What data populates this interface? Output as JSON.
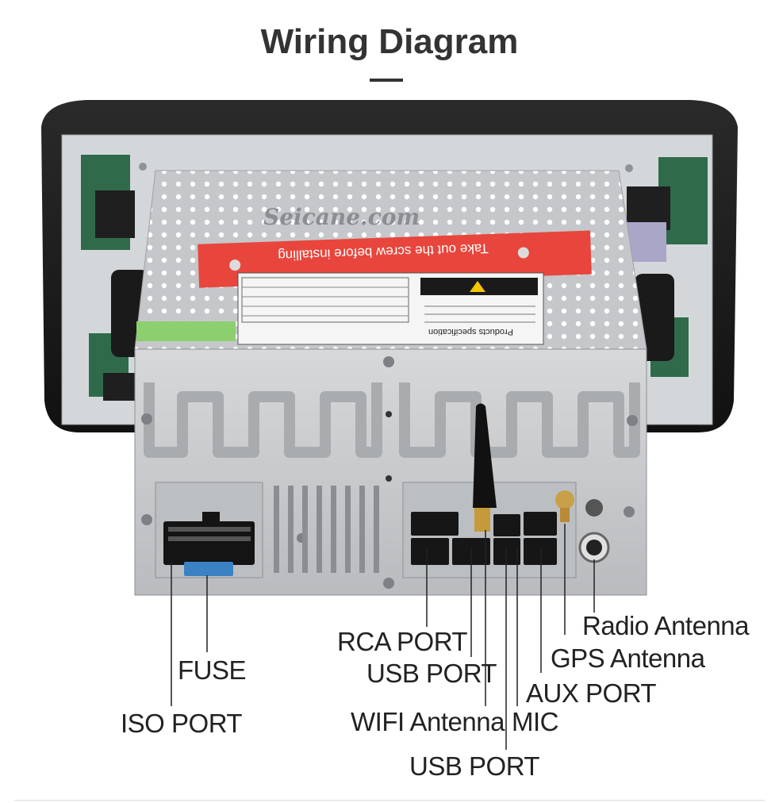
{
  "title": "Wiring Diagram",
  "brand": "Seicane.com",
  "sticker_text": "Take out the screw before installing",
  "spec_heading": "Products specification",
  "labels": {
    "iso_port": "ISO PORT",
    "fuse": "FUSE",
    "rca_port": "RCA PORT",
    "usb_port_1": "USB PORT",
    "wifi_antenna": "WIFI Antenna",
    "usb_port_2": "USB PORT",
    "mic": "MIC",
    "aux_port": "AUX PORT",
    "gps_antenna": "GPS Antenna",
    "radio_antenna": "Radio Antenna"
  },
  "colors": {
    "sticker_red": "#e8453c",
    "fuse_blue": "#3b82c4",
    "metal": "#c9cbce",
    "pcb_green": "#2f6b4a",
    "frame": "#1c1c1c"
  }
}
